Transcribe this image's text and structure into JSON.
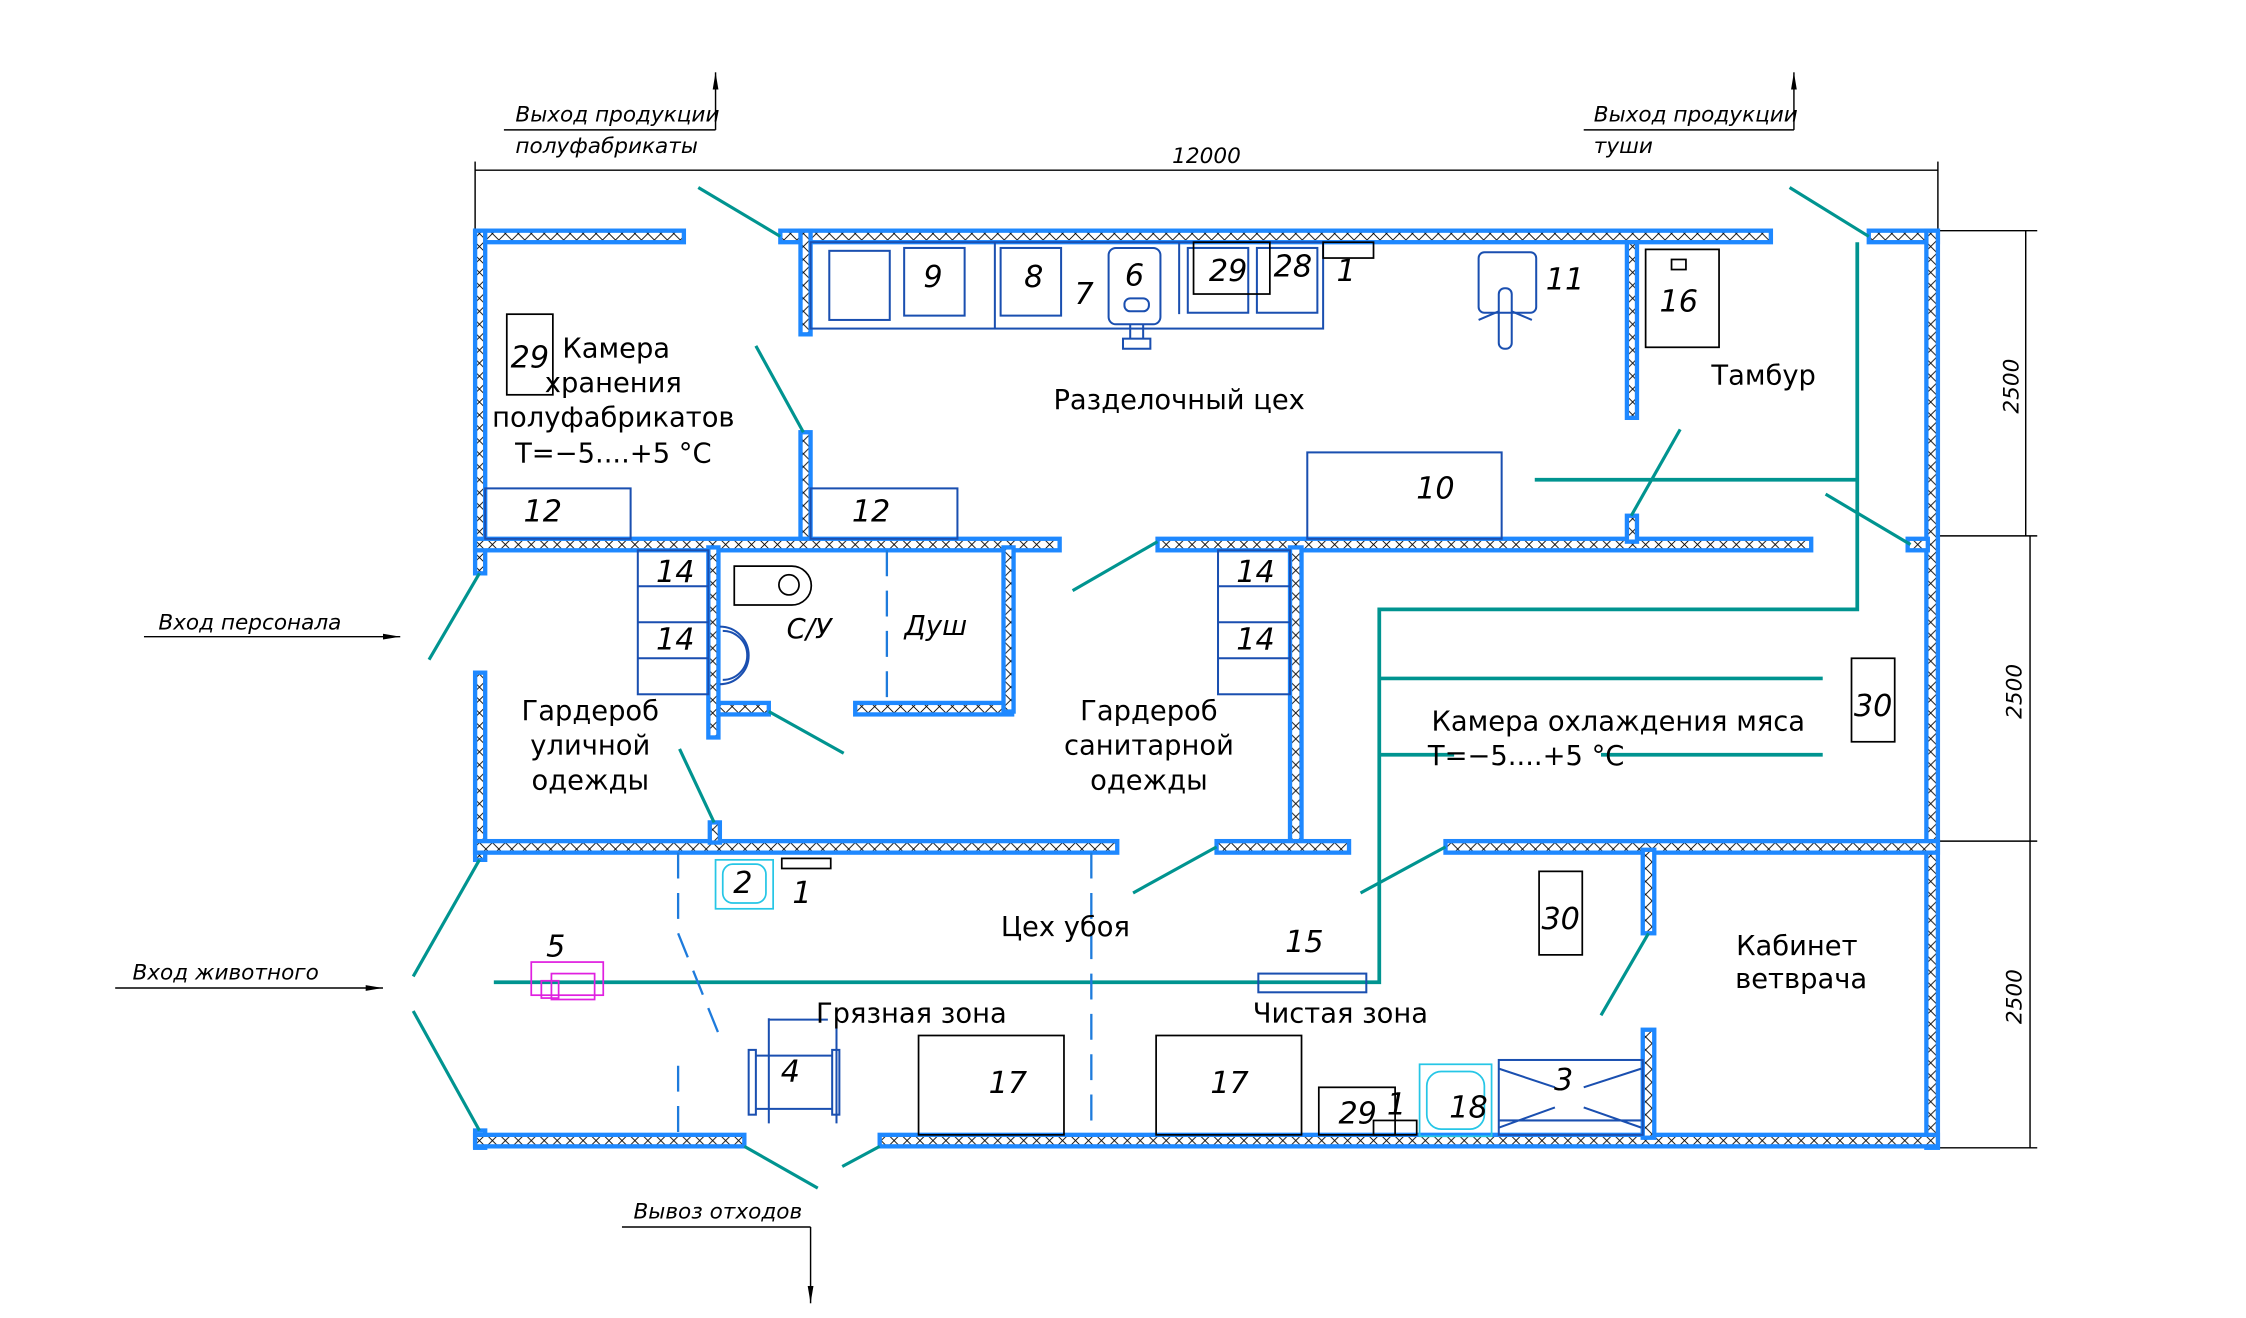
{
  "drawing": {
    "title": "План цеха убоя",
    "colors": {
      "wall_outline": "#1e88ff",
      "door_swing": "#009490",
      "equipment": "#1a4fb0",
      "sink": "#26c6e6",
      "hoist": "#e020e0",
      "text": "#000000"
    }
  },
  "flows": {
    "exit_semi": {
      "line1": "Выход продукции",
      "line2": "полуфабрикаты"
    },
    "exit_carcass": {
      "line1": "Выход продукции",
      "line2": "туши"
    },
    "staff_entry": "Вход персонала",
    "animal_entry": "Вход животного",
    "waste_out": "Вывоз отходов"
  },
  "dimensions": {
    "overall_width": "12000",
    "bay_1": "2500",
    "bay_2": "2500",
    "bay_3": "2500"
  },
  "rooms": {
    "storage": {
      "line1": "Камера",
      "line2": "хранения",
      "line3": "полуфабрикатов",
      "temp": "T=−5....+5 °C"
    },
    "cutting": "Разделочный цех",
    "vestibule": "Тамбур",
    "toilet": "С/У",
    "shower": "Душ",
    "street_wardrobe": {
      "line1": "Гардероб",
      "line2": "уличной",
      "line3": "одежды"
    },
    "sanitary_wardrobe": {
      "line1": "Гардероб",
      "line2": "санитарной",
      "line3": "одежды"
    },
    "cooling": {
      "name": "Камера охлаждения мяса",
      "temp": "T=−5....+5 °C"
    },
    "slaughter": "Цех убоя",
    "dirty_zone": "Грязная зона",
    "clean_zone": "Чистая зона",
    "vet_office": {
      "line1": "Кабинет",
      "line2": "ветврача"
    }
  },
  "equipment_labels": {
    "e9": "9",
    "e8": "8",
    "e7": "7",
    "e6": "6",
    "e29_top": "29",
    "e28": "28",
    "e1_top": "1",
    "e11": "11",
    "e16": "16",
    "e29_storage": "29",
    "e12_a": "12",
    "e12_b": "12",
    "e10": "10",
    "e14_a": "14",
    "e14_b": "14",
    "e14_c": "14",
    "e14_d": "14",
    "e30_a": "30",
    "e30_b": "30",
    "e2": "2",
    "e1_mid": "1",
    "e5": "5",
    "e15": "15",
    "e4": "4",
    "e17_a": "17",
    "e17_b": "17",
    "e29_bottom": "29",
    "e1_bottom": "1",
    "e18": "18",
    "e3": "3"
  }
}
